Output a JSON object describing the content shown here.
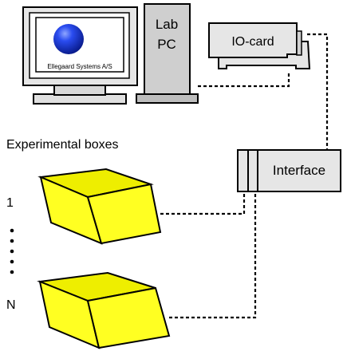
{
  "monitor": {
    "screen_text": "Ellegaard Systems A/S"
  },
  "tower": {
    "label_line1": "Lab",
    "label_line2": "PC"
  },
  "io_card": {
    "label": "IO-card"
  },
  "interface": {
    "label": "Interface"
  },
  "experimental_boxes": {
    "heading": "Experimental boxes",
    "first_index": "1",
    "last_index": "N"
  },
  "colors": {
    "box_fill": "#ffff22",
    "box_inner": "#eeee00",
    "device_fill": "#e2e2e2",
    "sphere": "#1030d0"
  },
  "icons": [
    "crt-monitor-icon",
    "tower-pc-icon",
    "expansion-card-icon",
    "blue-sphere-logo-icon",
    "ellipsis-dots-icon"
  ]
}
